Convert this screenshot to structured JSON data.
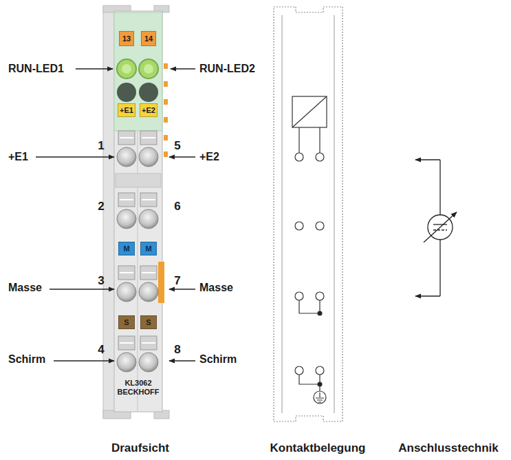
{
  "diagram": {
    "nodes": [
      {
        "text": [
          "13"
        ]
      },
      {
        "text": [
          "14"
        ]
      },
      {
        "text": [
          "+E1"
        ]
      },
      {
        "text": [
          "+E2"
        ]
      },
      {
        "text": [
          "M"
        ]
      },
      {
        "text": [
          "M"
        ]
      },
      {
        "text": [
          "S"
        ]
      },
      {
        "text": [
          "S"
        ]
      }
    ],
    "labels": [
      "RUN-LED1",
      "RUN-LED2",
      "+E1",
      "1",
      "5",
      "+E2",
      "2",
      "6",
      "Masse",
      "3",
      "7",
      "Masse",
      "Schirm",
      "4",
      "8",
      "Schirm",
      "KL3062",
      "BECKHOFF",
      "Draufsicht",
      "Kontaktbelegung",
      "Anschlusstechnik"
    ]
  }
}
